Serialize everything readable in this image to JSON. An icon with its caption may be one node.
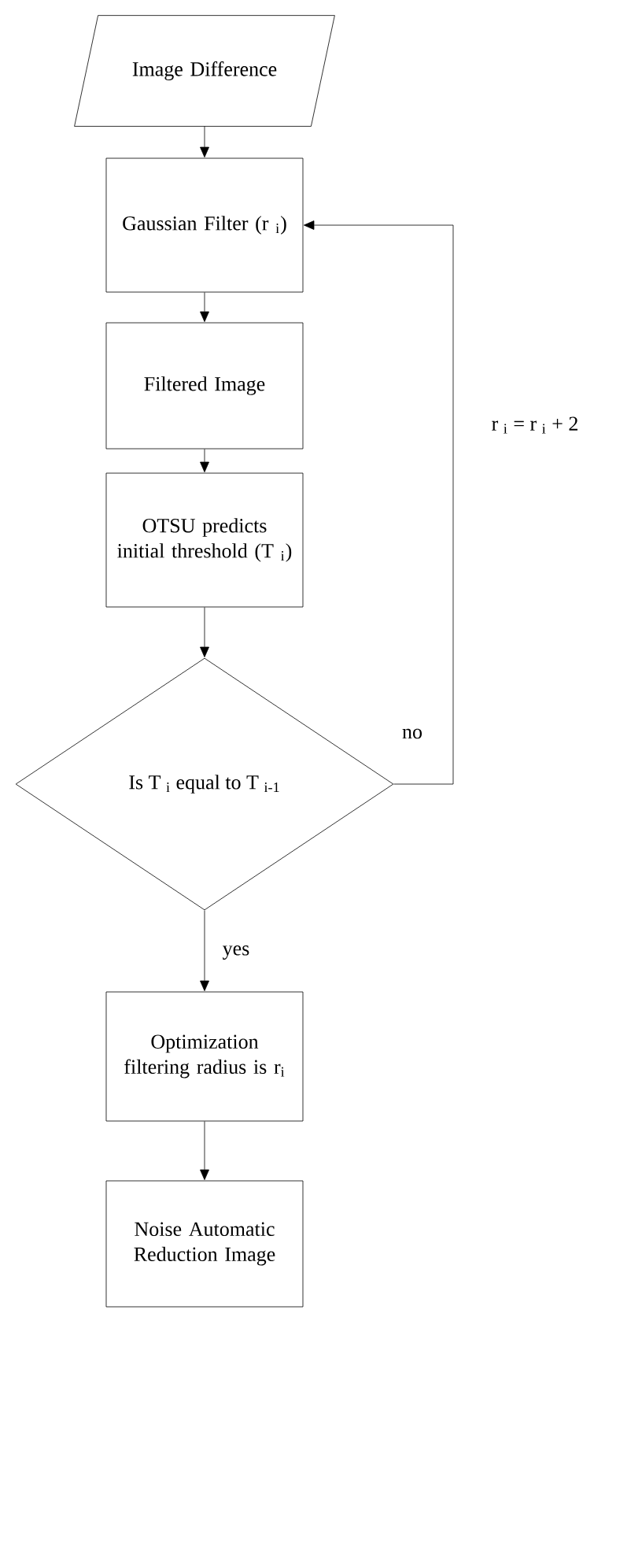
{
  "diagram": {
    "nodes": [
      {
        "text": [
          "Image Difference"
        ]
      },
      {
        "text": [
          "Gaussian Filter (r $_{i}$)"
        ]
      },
      {
        "text": [
          "Filtered Image"
        ]
      },
      {
        "text": [
          "OTSU predicts initial threshold (T $_{i}$)"
        ]
      },
      {
        "text": [
          "Is T $_{i}$ equal to T $_{i-1}$"
        ]
      },
      {
        "text": [
          "Optimization filtering radius is r$_{i}$"
        ]
      },
      {
        "text": [
          "Noise Automatic Reduction Image"
        ]
      }
    ],
    "edges": [
      {
        "from": 0,
        "to": 1,
        "arrow": "to"
      },
      {
        "from": 1,
        "to": 2,
        "arrow": "to"
      },
      {
        "from": 2,
        "to": 3,
        "arrow": "to"
      },
      {
        "from": 3,
        "to": 4,
        "arrow": "to"
      },
      {
        "from": 4,
        "to": 5,
        "arrow": "to",
        "label": "yes"
      },
      {
        "from": 5,
        "to": 6,
        "arrow": "to"
      },
      {
        "from": 4,
        "to": 1,
        "arrow": "to",
        "label": "no"
      }
    ],
    "labels": [
      "r $_{i}$ = r $_{i}$ + 2"
    ]
  }
}
